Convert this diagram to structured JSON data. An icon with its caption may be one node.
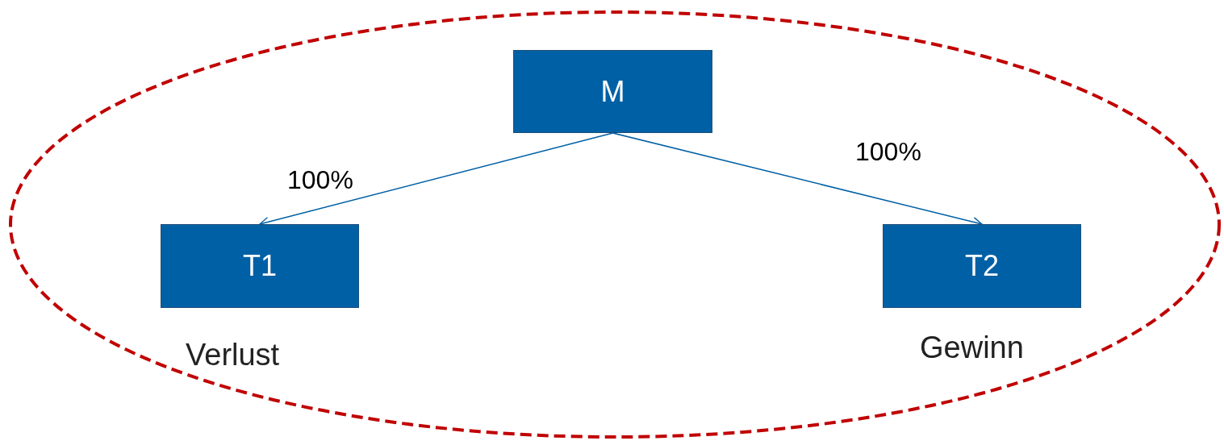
{
  "diagram": {
    "nodes": [
      {
        "text": [],
        "shape": "ellipse"
      },
      {
        "text": [
          "M"
        ],
        "in": 0
      },
      {
        "text": [
          "T1"
        ],
        "in": 0,
        "beside": [
          "Verlust"
        ]
      },
      {
        "text": [
          "T2"
        ],
        "in": 0,
        "beside": [
          "Gewinn"
        ]
      }
    ],
    "edges": [
      {
        "from": 1,
        "to": 2,
        "arrow": "to",
        "label": "100%"
      },
      {
        "from": 1,
        "to": 3,
        "arrow": "to",
        "label": "100%"
      }
    ]
  }
}
